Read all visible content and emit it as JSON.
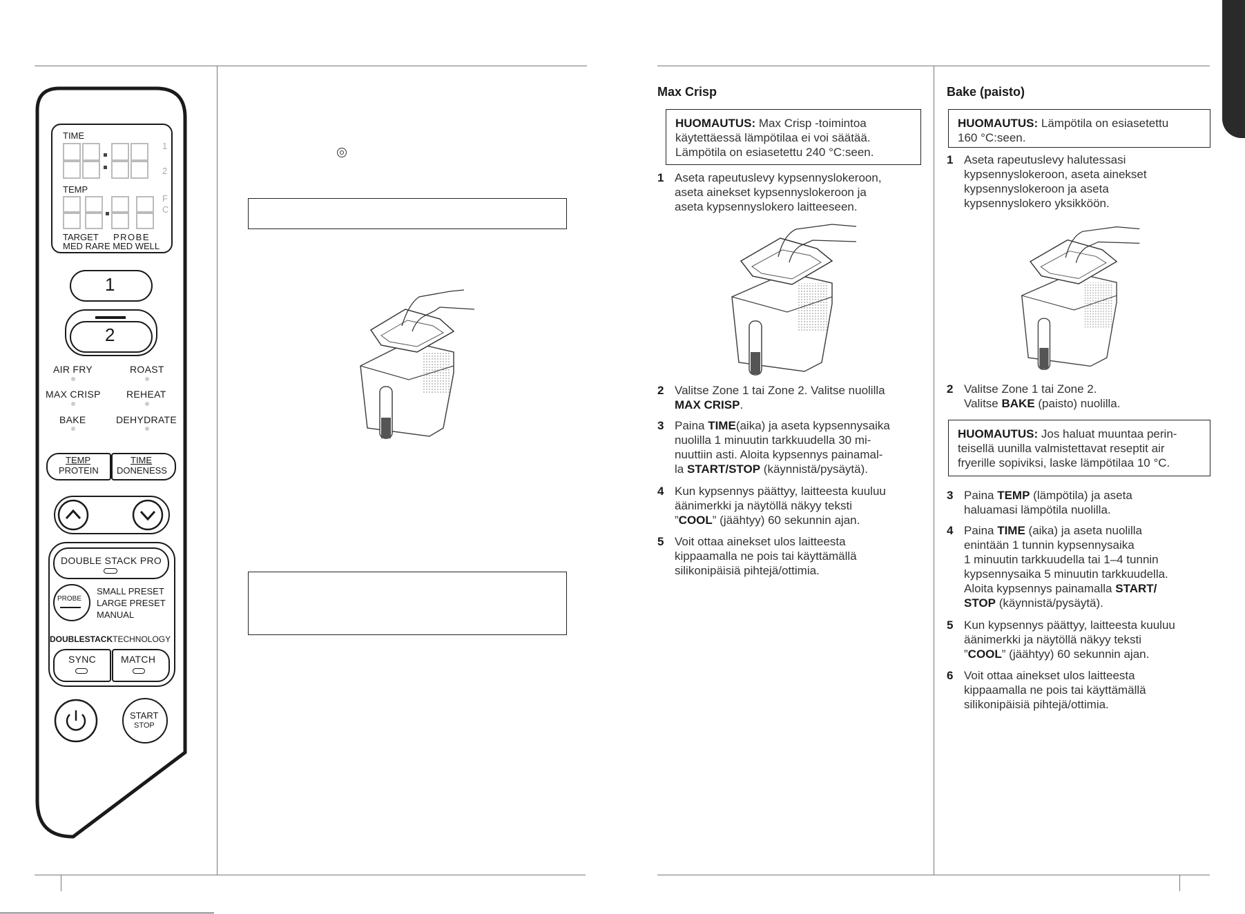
{
  "panel": {
    "time_label": "TIME",
    "temp_label": "TEMP",
    "digit_1": "1",
    "digit_2": "2",
    "unit_f": "F",
    "unit_c": "C",
    "target_label": "TARGET",
    "probe_label": "PROBE",
    "doneness_row": "MED RARE MED WELL",
    "zone1": "1",
    "zone2": "2",
    "fn_air_fry": "AIR FRY",
    "fn_roast": "ROAST",
    "fn_max_crisp": "MAX CRISP",
    "fn_reheat": "REHEAT",
    "fn_bake": "BAKE",
    "fn_dehydrate": "DEHYDRATE",
    "temp_top": "TEMP",
    "temp_bottom": "PROTEIN",
    "time_top": "TIME",
    "time_bottom": "DONENESS",
    "double_stack": "DOUBLE STACK PRO",
    "probe_btn": "PROBE",
    "small_preset": "SMALL PRESET",
    "large_preset": "LARGE PRESET",
    "manual": "MANUAL",
    "doublestack_bold": "DOUBLESTACK",
    "technology": "TECHNOLOGY",
    "sync": "SYNC",
    "match": "MATCH",
    "start": "START",
    "stop": "STOP"
  },
  "max_crisp": {
    "heading": "Max Crisp",
    "note_label": "HUOMAUTUS:",
    "note_text_1": " Max Crisp -toimintoa",
    "note_text_2": "käytettäessä lämpötilaa ei voi säätää.",
    "note_text_3": "Lämpötila on esiasetettu 240 °C:seen.",
    "s1_num": "1",
    "s1_l1": "Aseta rapeutuslevy kypsennyslokeroon,",
    "s1_l2": "aseta ainekset kypsennyslokeroon ja",
    "s1_l3": "aseta kypsennyslokero laitteeseen.",
    "s2_num": "2",
    "s2_l1": "Valitse Zone 1 tai Zone 2. Valitse nuolilla",
    "s2_b1": "MAX CRISP",
    "s2_end": ".",
    "s3_num": "3",
    "s3_pre": "Paina ",
    "s3_b1": "TIME",
    "s3_l1": "(aika) ja aseta kypsennysaika",
    "s3_l2": "nuolilla 1 minuutin tarkkuudella 30 mi-",
    "s3_l3": "nuuttiin asti. Aloita kypsennys painamal-",
    "s3_l4a": "la ",
    "s3_b2": "START/STOP",
    "s3_l4b": " (käynnistä/pysäytä).",
    "s4_num": "4",
    "s4_l1": "Kun kypsennys päättyy, laitteesta kuuluu",
    "s4_l2": "äänimerkki ja näytöllä näkyy teksti",
    "s4_q1": "”",
    "s4_b1": "COOL",
    "s4_l3": "” (jäähtyy) 60 sekunnin ajan.",
    "s5_num": "5",
    "s5_l1": "Voit ottaa ainekset ulos laitteesta",
    "s5_l2": "kippaamalla ne pois tai käyttämällä",
    "s5_l3": "silikonipäisiä pihtejä/ottimia."
  },
  "bake": {
    "heading": "Bake (paisto)",
    "note1_label": "HUOMAUTUS:",
    "note1_text_1": " Lämpötila on esiasetettu",
    "note1_text_2": "160 °C:seen.",
    "s1_num": "1",
    "s1_l1": "Aseta rapeutuslevy halutessasi",
    "s1_l2": "kypsennyslokeroon, aseta ainekset",
    "s1_l3": "kypsennyslokeroon ja aseta",
    "s1_l4": "kypsennyslokero yksikköön.",
    "s2_num": "2",
    "s2_l1": "Valitse Zone 1 tai Zone 2.",
    "s2_l2a": "Valitse ",
    "s2_b1": "BAKE",
    "s2_l2b": " (paisto) nuolilla.",
    "note2_label": "HUOMAUTUS:",
    "note2_text_1": " Jos haluat muuntaa perin-",
    "note2_text_2": "teisellä uunilla valmistettavat reseptit air",
    "note2_text_3": "fryerille sopiviksi, laske lämpötilaa 10 °C.",
    "s3_num": "3",
    "s3_pre": "Paina ",
    "s3_b1": "TEMP",
    "s3_l1": " (lämpötila) ja aseta",
    "s3_l2": "haluamasi lämpötila nuolilla.",
    "s4_num": "4",
    "s4_pre": "Paina ",
    "s4_b1": "TIME",
    "s4_l1": " (aika) ja aseta nuolilla",
    "s4_l2": "enintään 1 tunnin kypsennysaika",
    "s4_l3": "1 minuutin tarkkuudella tai 1–4 tunnin",
    "s4_l4": "kypsennysaika 5 minuutin tarkkuudella.",
    "s4_l5": "Aloita kypsennys painamalla ",
    "s4_b2": "START/",
    "s4_b3": "STOP",
    "s4_l6": " (käynnistä/pysäytä).",
    "s5_num": "5",
    "s5_l1": "Kun kypsennys päättyy, laitteesta kuuluu",
    "s5_l2": "äänimerkki ja näytöllä näkyy teksti",
    "s5_q1": "”",
    "s5_b1": "COOL",
    "s5_l3": "” (jäähtyy) 60 sekunnin ajan.",
    "s6_num": "6",
    "s6_l1": "Voit ottaa ainekset ulos laitteesta",
    "s6_l2": "kippaamalla ne pois tai käyttämällä",
    "s6_l3": "silikonipäisiä pihtejä/ottimia."
  }
}
